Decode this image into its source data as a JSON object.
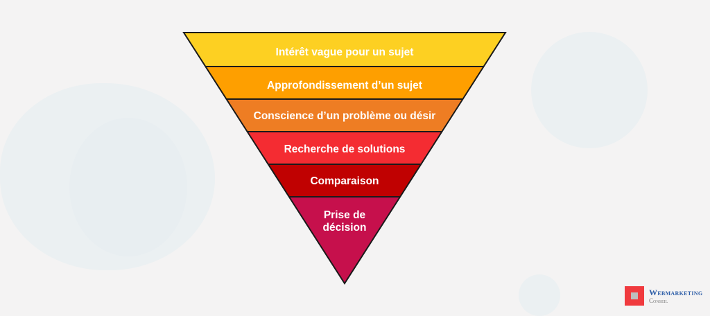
{
  "diagram": {
    "type": "inverted-funnel",
    "levels": [
      {
        "label": "Intérêt vague pour un sujet",
        "color": "#fdd022"
      },
      {
        "label": "Approfondissement d’un sujet",
        "color": "#fe9f00"
      },
      {
        "label": "Conscience d’un problème ou désir",
        "color": "#ee7d23"
      },
      {
        "label": "Recherche de solutions",
        "color": "#f42c32"
      },
      {
        "label": "Comparaison",
        "color": "#c00101"
      },
      {
        "label_line1": "Prise de",
        "label_line2": "décision",
        "color": "#c6104c"
      }
    ],
    "outline_color": "#1a1a1a"
  },
  "logo": {
    "title": "Webmarketing",
    "subtitle": "Conseil",
    "mark_color": "#f03a3e"
  }
}
